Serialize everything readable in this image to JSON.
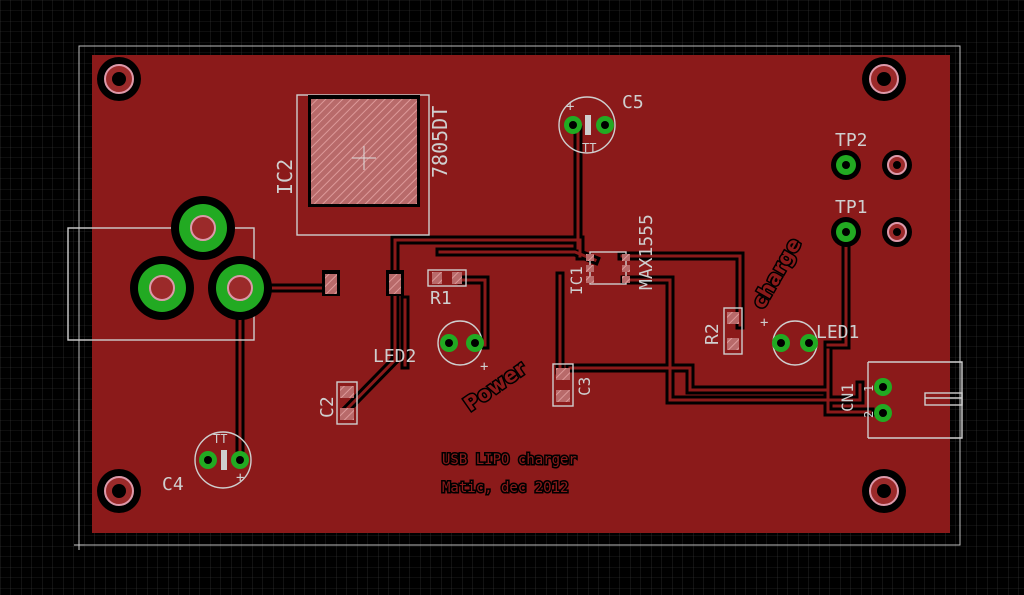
{
  "board": {
    "title_line1": "USB LIPO charger",
    "title_line2": "Matic, dec 2012",
    "power_label": "Power",
    "charge_label": "charge"
  },
  "parts": {
    "ic2_name": "IC2",
    "ic2_value": "7805DT",
    "ic1_name": "IC1",
    "ic1_value": "MAX1555",
    "c5": "C5",
    "c4": "C4",
    "c2": "C2",
    "c3": "C3",
    "r1": "R1",
    "r2": "R2",
    "led1": "LED1",
    "led2": "LED2",
    "tp1": "TP1",
    "tp2": "TP2",
    "cn1": "CN1",
    "pin1": "1",
    "pin2": "2",
    "tt": "TT",
    "plus": "+"
  },
  "colors": {
    "background": "#000000",
    "grid": "#3a3a3a",
    "copper_top": "#8b1a1a",
    "trace": "#000000",
    "pad": "#22aa22",
    "silkscreen": "#cfcfcf",
    "smd_pad": "#c06060"
  }
}
